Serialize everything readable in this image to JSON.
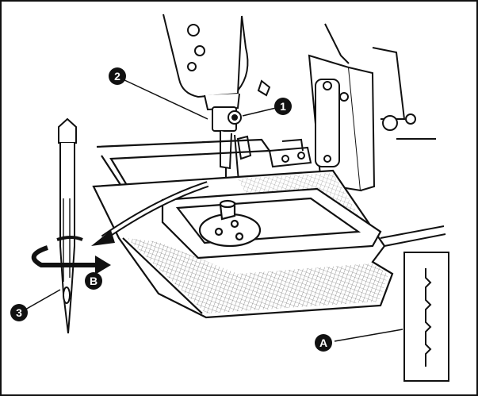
{
  "callouts": {
    "c1": "1",
    "c2": "2",
    "c3": "3",
    "cA": "A",
    "cB": "B"
  },
  "colors": {
    "ink": "#111111",
    "paper": "#ffffff",
    "mesh": "#777777"
  }
}
